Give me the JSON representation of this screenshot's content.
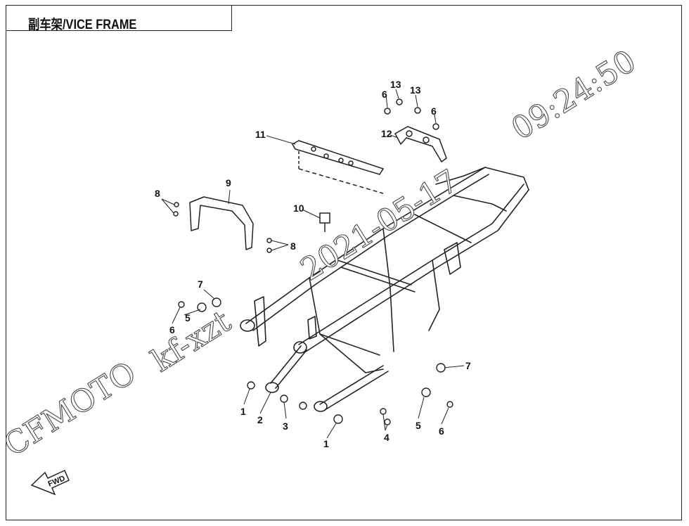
{
  "title": "副车架/VICE FRAME",
  "watermark": {
    "brand": "CFMOTO",
    "user": "kf-xzt",
    "date": "2021-05-17",
    "time": "09:24:50"
  },
  "direction_label": "FWD",
  "callouts": [
    "1",
    "1",
    "2",
    "3",
    "4",
    "5",
    "5",
    "6",
    "6",
    "6",
    "6",
    "7",
    "7",
    "8",
    "8",
    "9",
    "10",
    "11",
    "12",
    "13",
    "13"
  ],
  "colors": {
    "line": "#222222",
    "background": "#ffffff"
  }
}
